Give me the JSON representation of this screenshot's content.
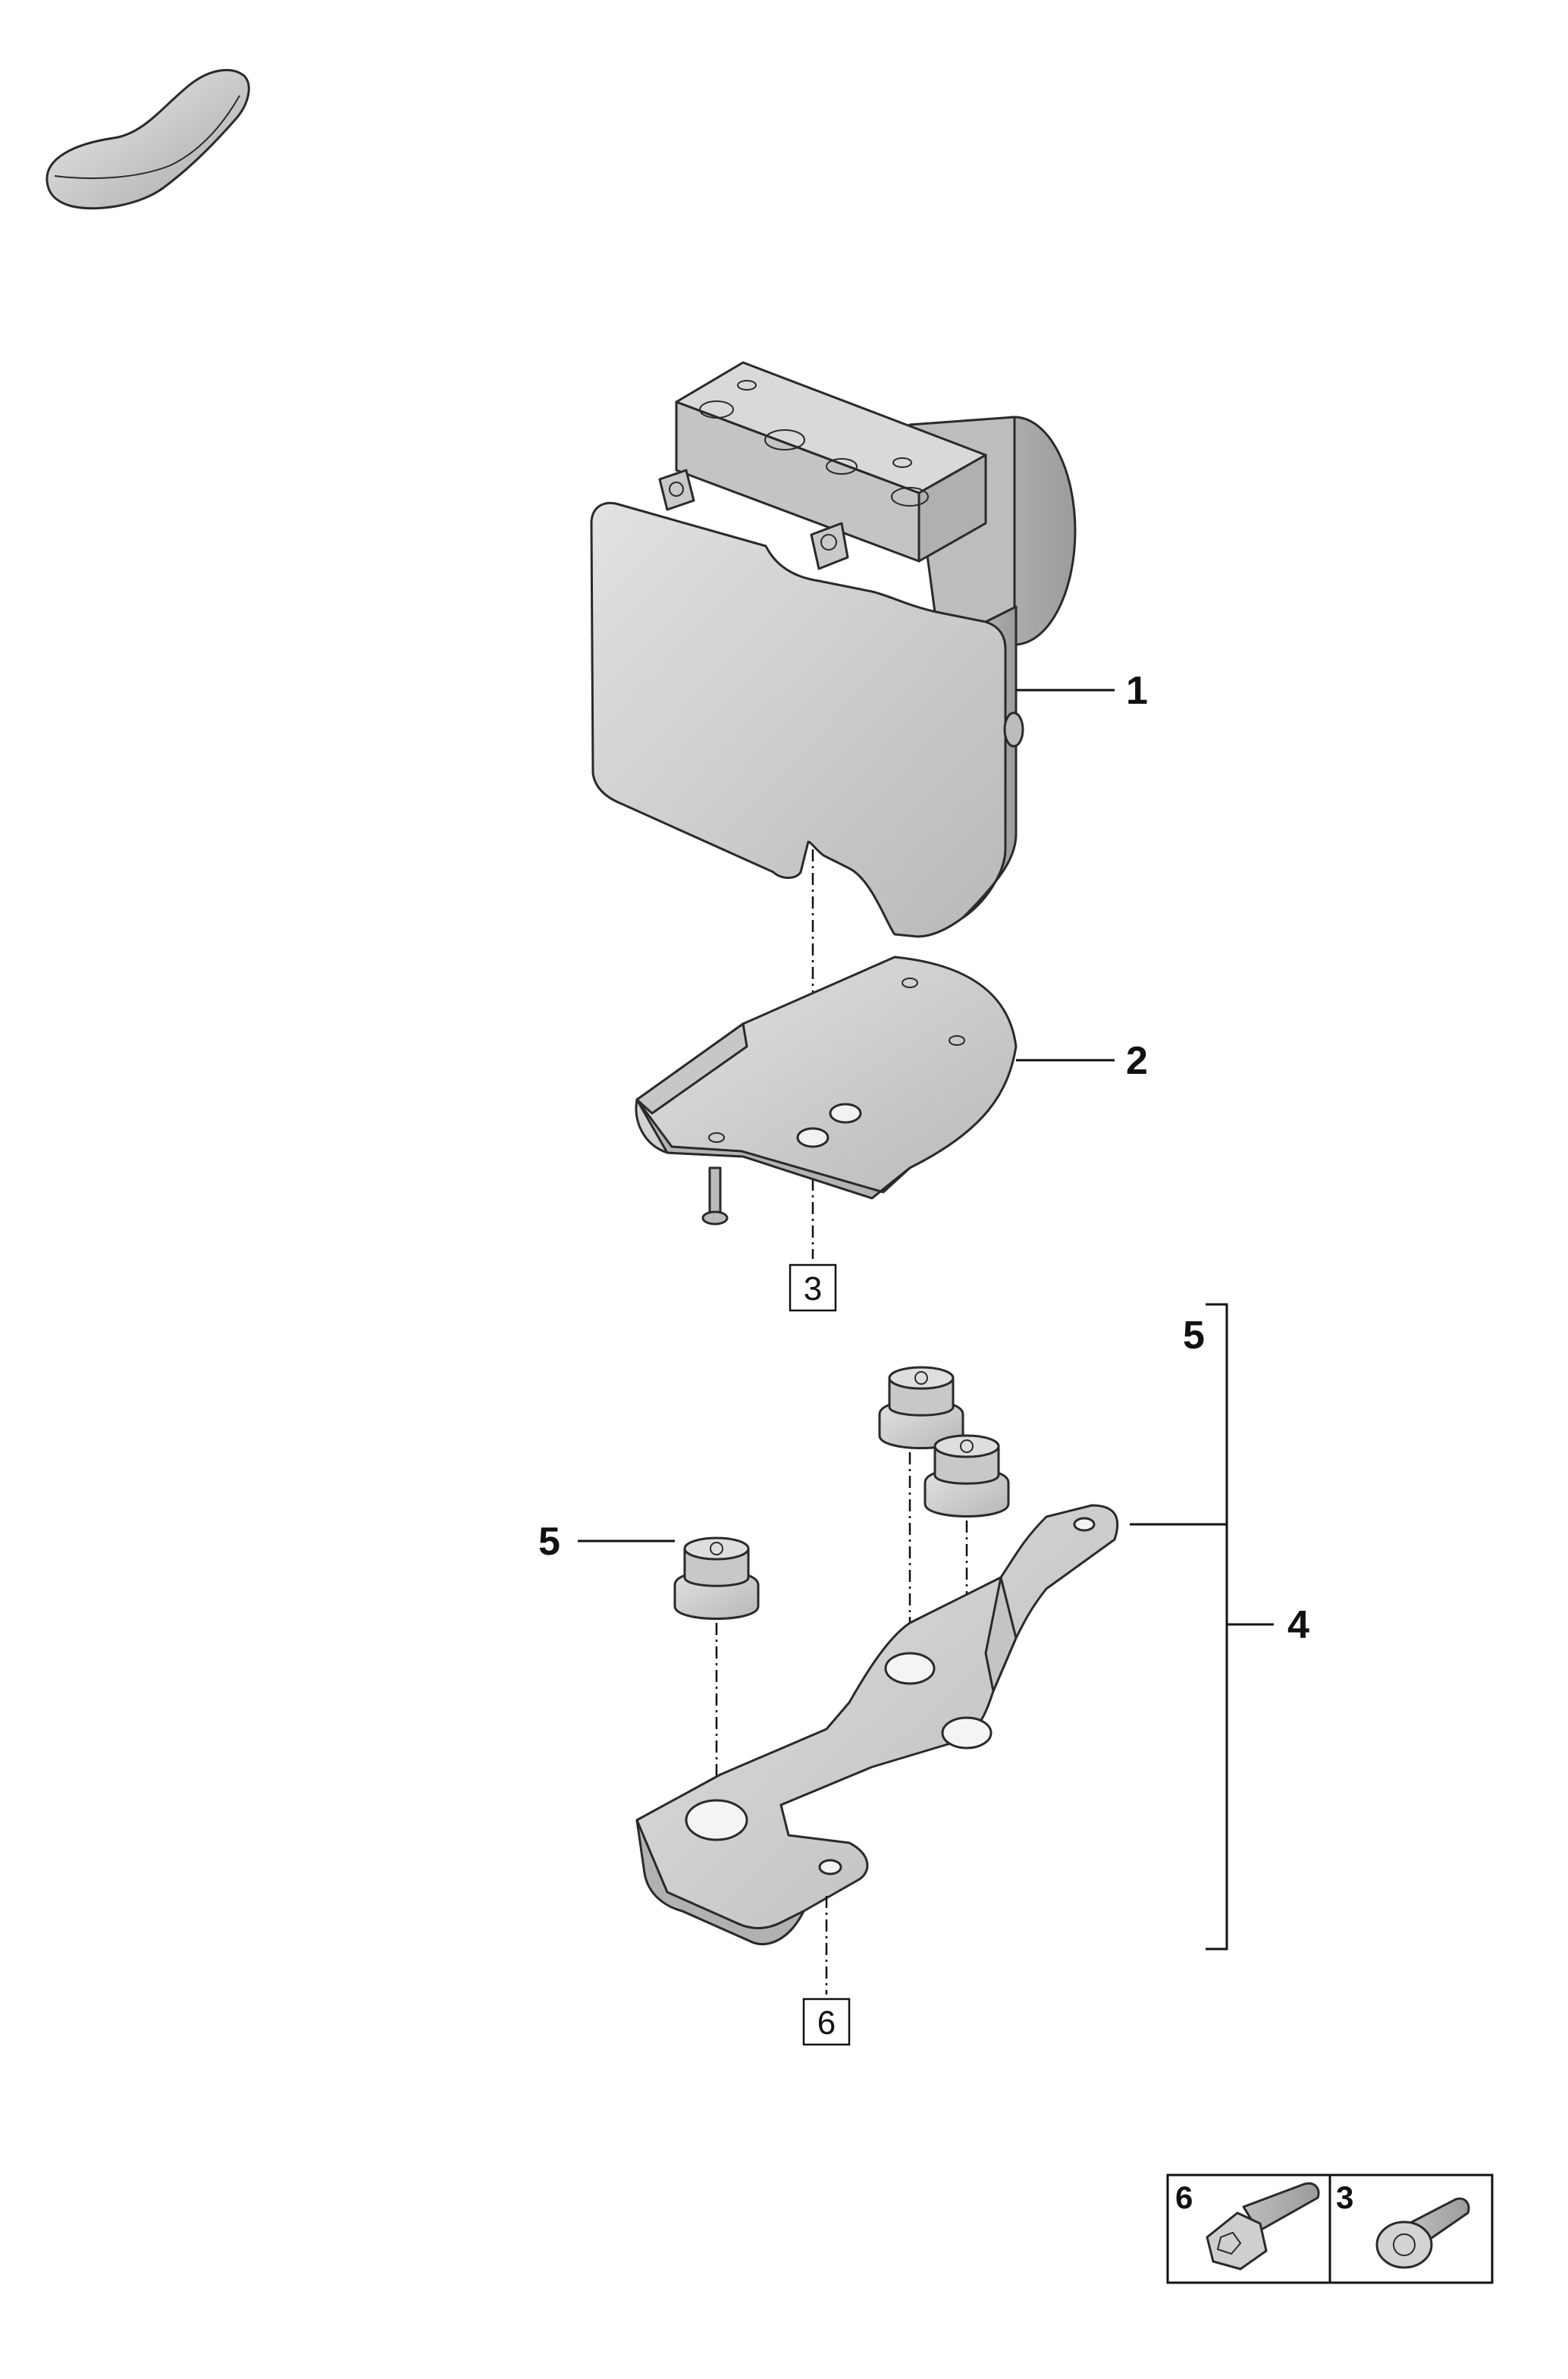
{
  "callouts": {
    "c1": "1",
    "c2": "2",
    "c3": "3",
    "c4": "4",
    "c5_top": "5",
    "c5_left": "5",
    "c6": "6"
  },
  "legend": {
    "left": {
      "number": "6",
      "icon": "screw-icon"
    },
    "right": {
      "number": "3",
      "icon": "bolt-icon"
    }
  },
  "icons": {
    "car": "car-silhouette-icon"
  },
  "colors": {
    "part_fill": "#cfcfcf",
    "part_shade": "#a9a9a9",
    "outline": "#2a2a2a",
    "text": "#111111"
  }
}
